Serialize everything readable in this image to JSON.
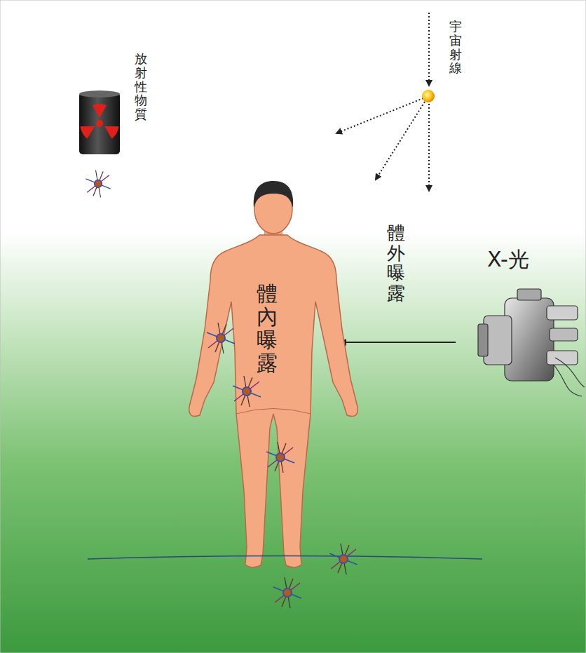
{
  "diagram": {
    "labels": [
      "放射性物質",
      "宇宙射線",
      "體外曝露",
      "X-光",
      "體內曝露"
    ]
  }
}
